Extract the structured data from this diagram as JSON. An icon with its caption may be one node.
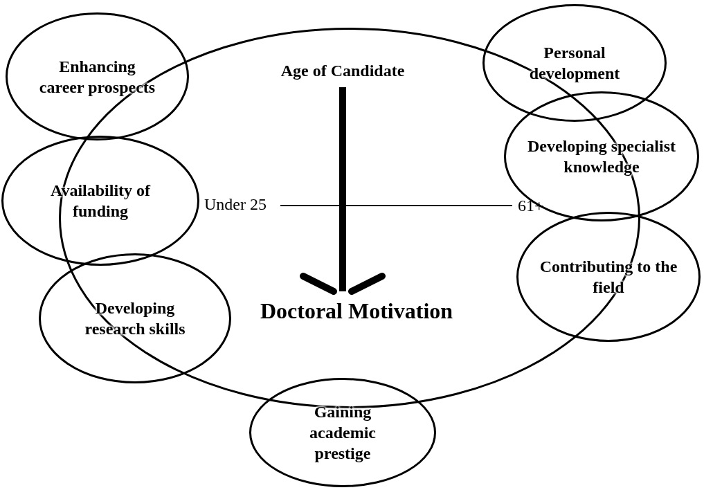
{
  "diagram": {
    "nodes": [
      {
        "text": [],
        "shape": "circle"
      },
      {
        "text": [
          "Age of Candidate"
        ],
        "in": 0
      },
      {
        "text": [
          "Doctoral Motivation"
        ],
        "in": 0
      },
      {
        "text": [
          "Enhancing career prospects"
        ]
      },
      {
        "text": [
          "Personal development"
        ]
      },
      {
        "text": [
          "Developing specialist knowledge"
        ]
      },
      {
        "text": [
          "Availability of funding"
        ]
      },
      {
        "text": [
          "Contributing to the field"
        ]
      },
      {
        "text": [
          "Developing research skills"
        ]
      },
      {
        "text": [
          "Gaining academic prestige"
        ]
      }
    ],
    "edges": [
      {
        "from": 1,
        "to": 2,
        "arrow": "to"
      }
    ],
    "labels": [
      "Under 25",
      "61+"
    ]
  }
}
